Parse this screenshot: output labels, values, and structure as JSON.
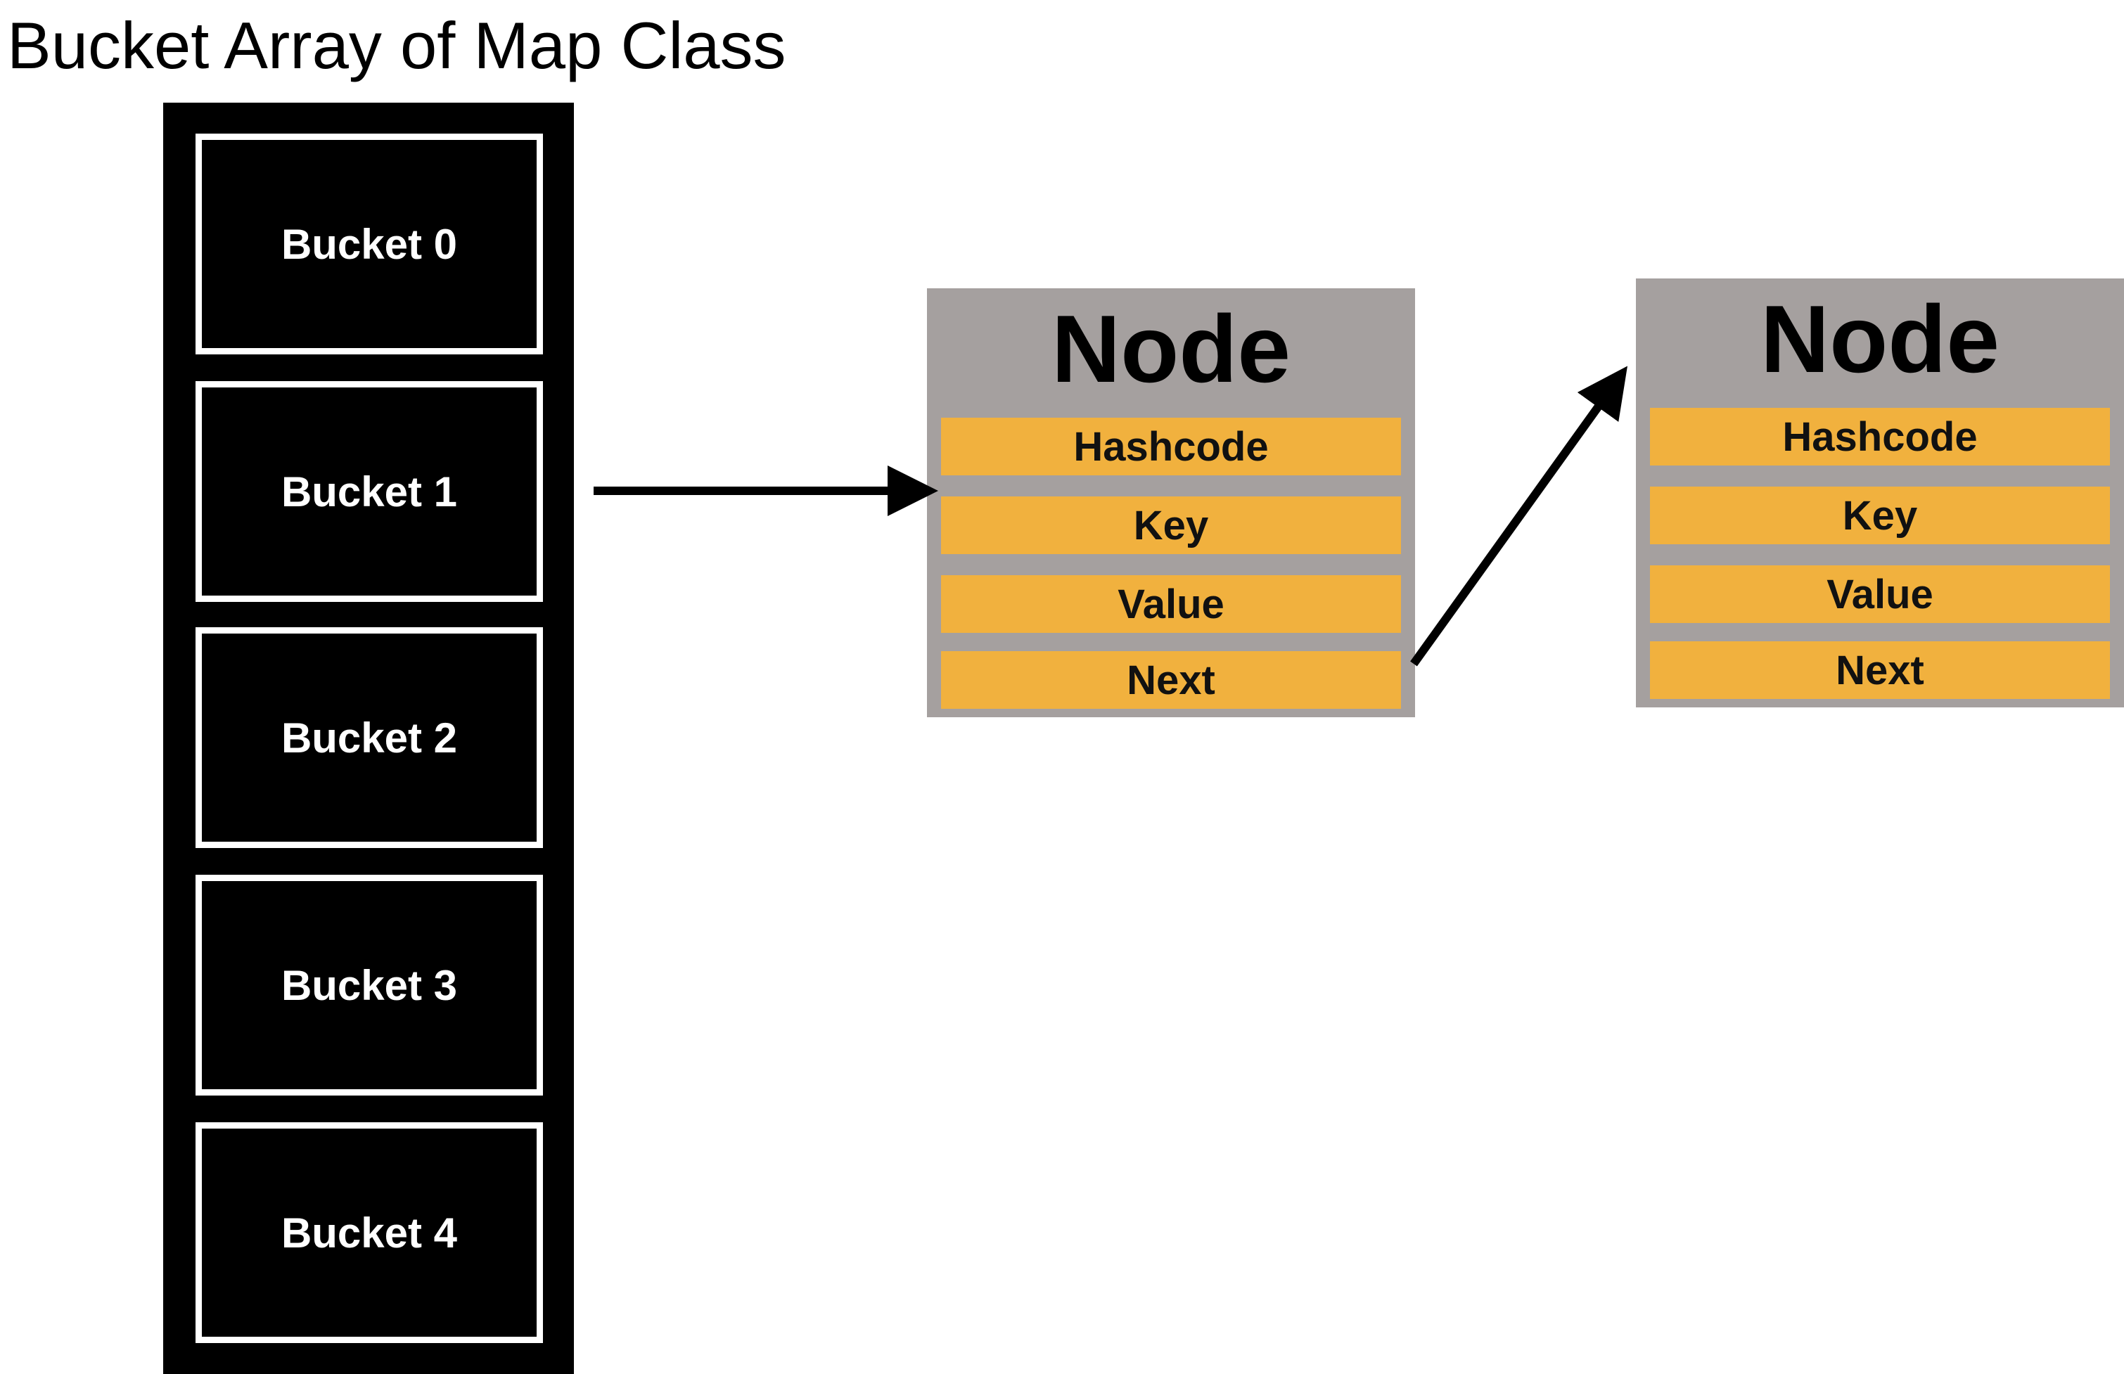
{
  "diagram": {
    "title": "Bucket Array of Map Class",
    "buckets": [
      "Bucket 0",
      "Bucket 1",
      "Bucket 2",
      "Bucket 3",
      "Bucket 4"
    ],
    "nodes": [
      {
        "title": "Node",
        "fields": [
          "Hashcode",
          "Key",
          "Value",
          "Next"
        ]
      },
      {
        "title": "Node",
        "fields": [
          "Hashcode",
          "Key",
          "Value",
          "Next"
        ]
      }
    ],
    "colors": {
      "array_bg": "#000000",
      "bucket_border": "#ffffff",
      "node_bg": "#a5a09f",
      "field_bg": "#f1b13e",
      "arrow": "#000000"
    }
  }
}
